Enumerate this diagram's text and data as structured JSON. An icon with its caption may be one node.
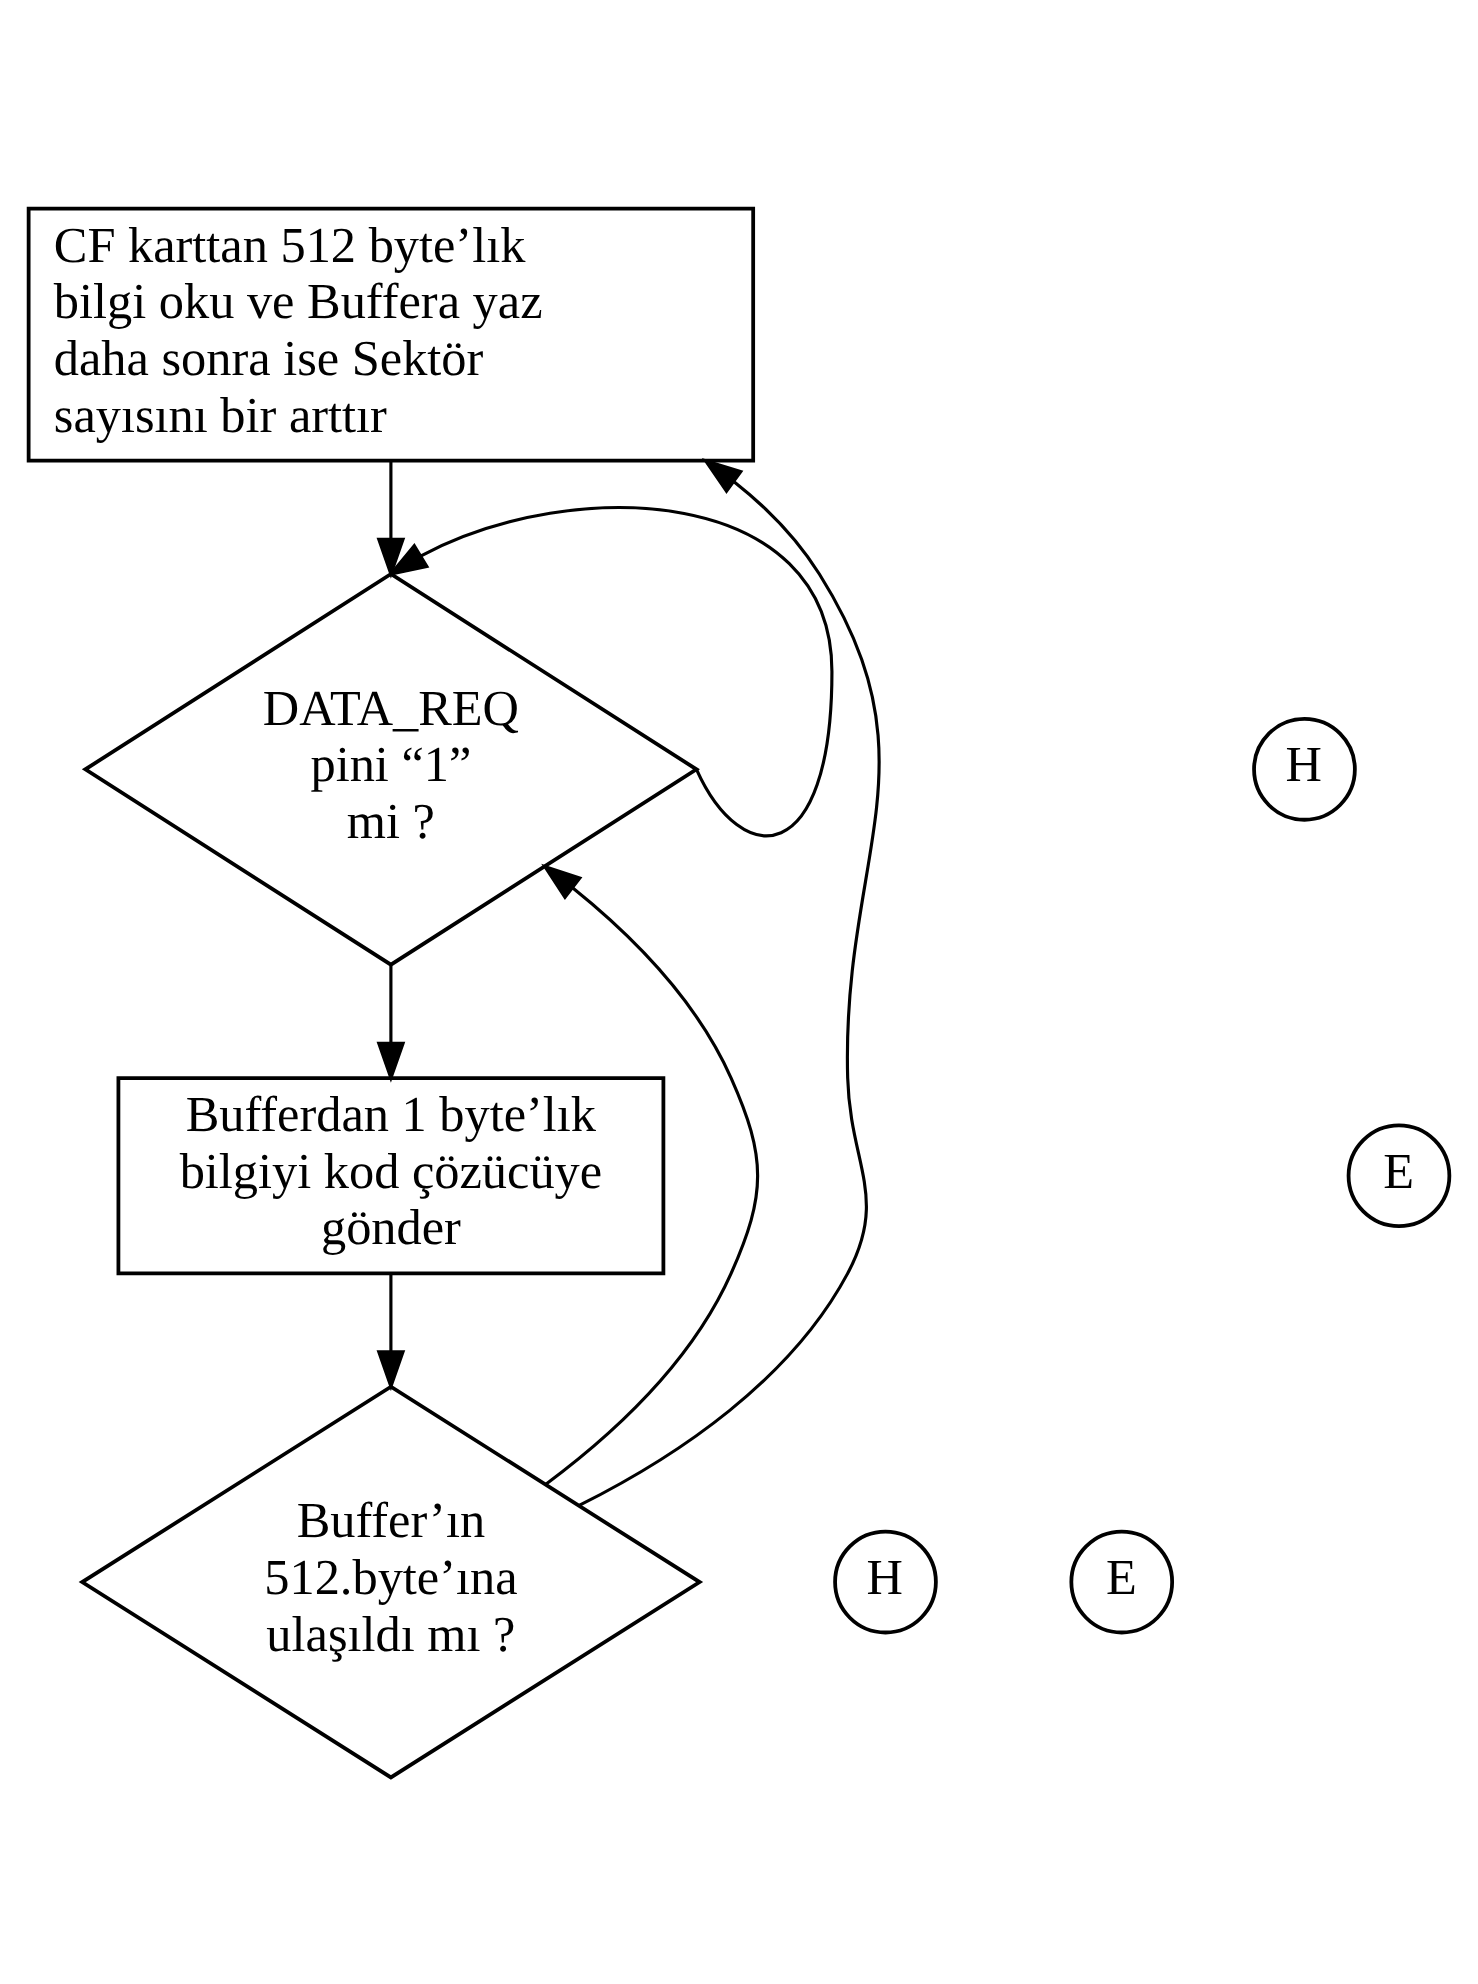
{
  "diagram": {
    "nodes": [
      {
        "text": [
          "CF karttan 512 byte’lık bilgi oku ve Buffera yaz daha sonra ise Sektör sayısını bir arttır"
        ]
      },
      {
        "text": [
          "DATA_REQ pini “1” mi ?"
        ]
      },
      {
        "text": [
          "H"
        ]
      },
      {
        "text": [
          "E"
        ]
      },
      {
        "text": [
          "Bufferdan 1 byte’lık bilgiyi kod çözücüye gönder"
        ]
      },
      {
        "text": [
          "H"
        ]
      },
      {
        "text": [
          "E"
        ]
      },
      {
        "text": [
          "Buffer’ın 512.byte’ına ulaşıldı mı ?"
        ]
      }
    ],
    "edges": [
      {
        "from": 0,
        "to": 1,
        "arrow": "to"
      },
      {
        "from": 1,
        "to": 1,
        "arrow": "to"
      },
      {
        "from": 1,
        "to": 4,
        "arrow": "to"
      },
      {
        "from": 4,
        "to": 7,
        "arrow": "to"
      },
      {
        "from": 7,
        "to": 1,
        "arrow": "to"
      },
      {
        "from": 7,
        "to": 0,
        "arrow": "to"
      }
    ]
  }
}
